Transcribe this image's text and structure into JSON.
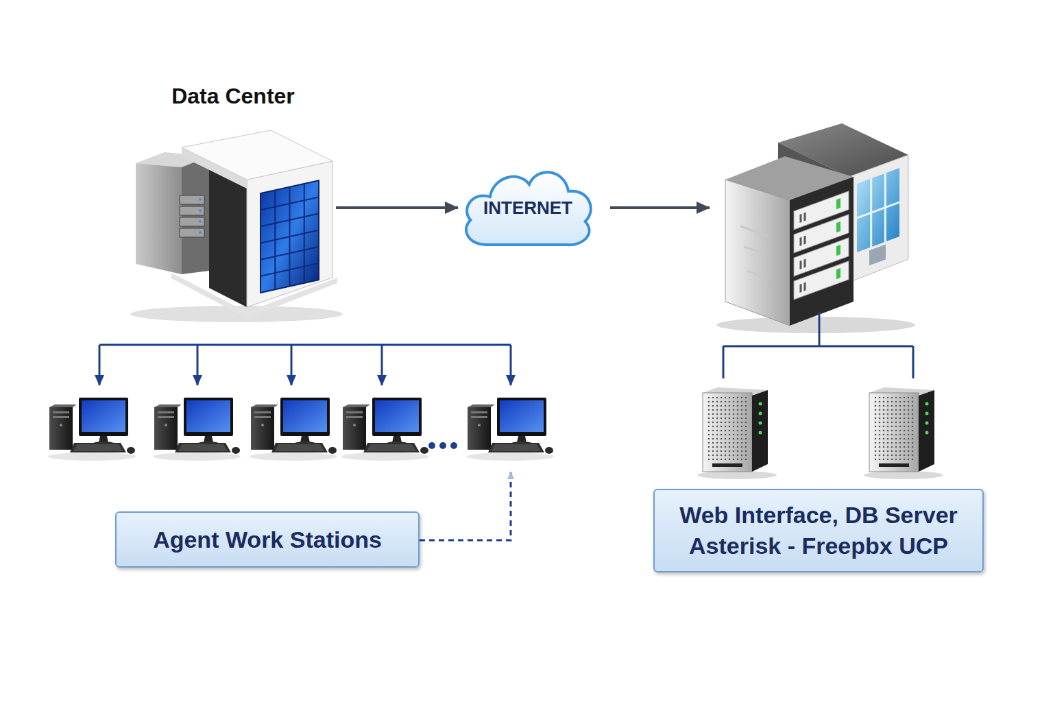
{
  "diagram": {
    "nodes": [
      {
        "text": [
          "Data Center"
        ]
      },
      {
        "text": [
          "INTERNET"
        ]
      },
      {
        "text": [
          "Agent Work Stations"
        ]
      },
      {
        "text": [
          "Web Interface, DB Server Asterisk - Freepbx UCP"
        ]
      }
    ],
    "edges": [
      {
        "from": 0,
        "to": 1,
        "arrow": "to"
      }
    ]
  }
}
